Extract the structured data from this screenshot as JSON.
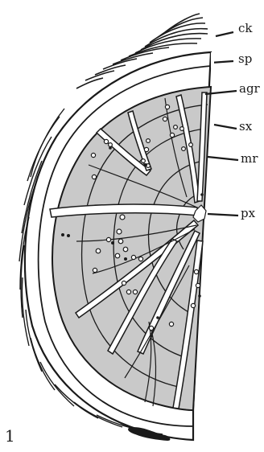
{
  "figure": {
    "panel_label": "1",
    "labels": [
      {
        "key": "ck",
        "text": "ck"
      },
      {
        "key": "sp",
        "text": "sp"
      },
      {
        "key": "agr",
        "text": "agr"
      },
      {
        "key": "sx",
        "text": "sx"
      },
      {
        "key": "mr",
        "text": "mr"
      },
      {
        "key": "px",
        "text": "px"
      }
    ]
  },
  "colors": {
    "xylem_fill": "#c9c9c9",
    "stroke": "#1a1a1a",
    "cortex_fill": "#ffffff"
  }
}
